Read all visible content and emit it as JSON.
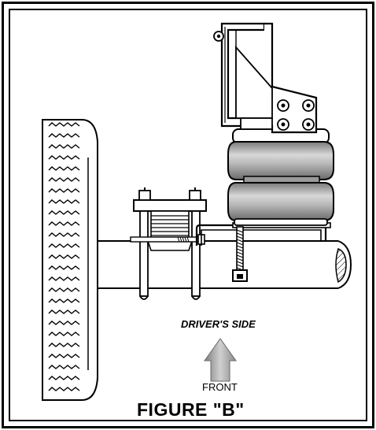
{
  "figure": {
    "caption": "FIGURE  \"B\"",
    "side_label": "DRIVER'S SIDE",
    "direction_label": "FRONT"
  },
  "colors": {
    "ink": "#000000",
    "airbag": "#9a9a9a",
    "arrow": "#a8a8a8"
  },
  "icons": {
    "direction": "up-arrow-icon"
  }
}
